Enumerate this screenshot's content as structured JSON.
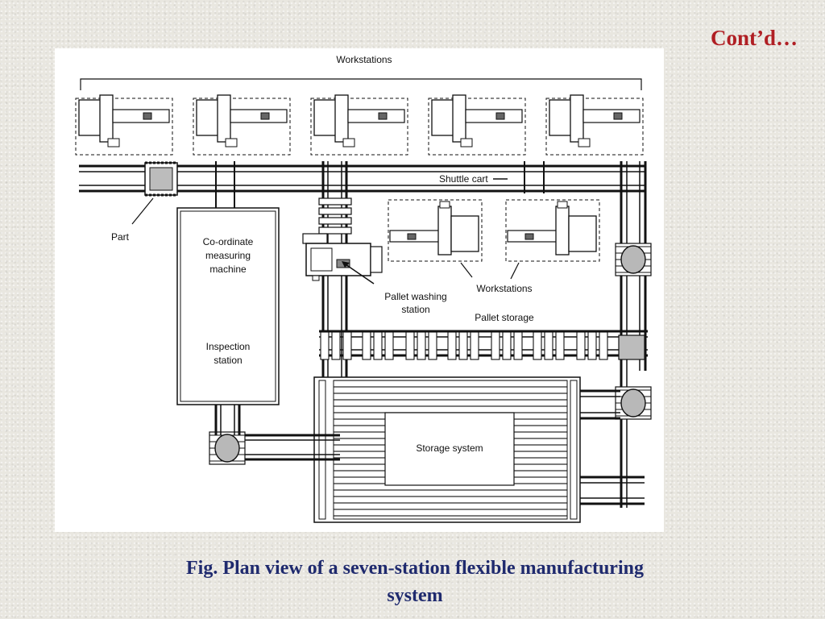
{
  "header": {
    "contd": "Cont’d…"
  },
  "diagram": {
    "workstations_top": "Workstations",
    "shuttle_cart": "Shuttle cart",
    "part": "Part",
    "cmm": [
      "Co-ordinate",
      "measuring",
      "machine"
    ],
    "inspection": [
      "Inspection",
      "station"
    ],
    "pallet_washing": [
      "Pallet washing",
      "station"
    ],
    "workstations_mid": "Workstations",
    "pallet_storage": "Pallet storage",
    "storage_system": "Storage system"
  },
  "caption": {
    "line1": "Fig. Plan view of a seven-station flexible manufacturing",
    "line2": "system"
  }
}
